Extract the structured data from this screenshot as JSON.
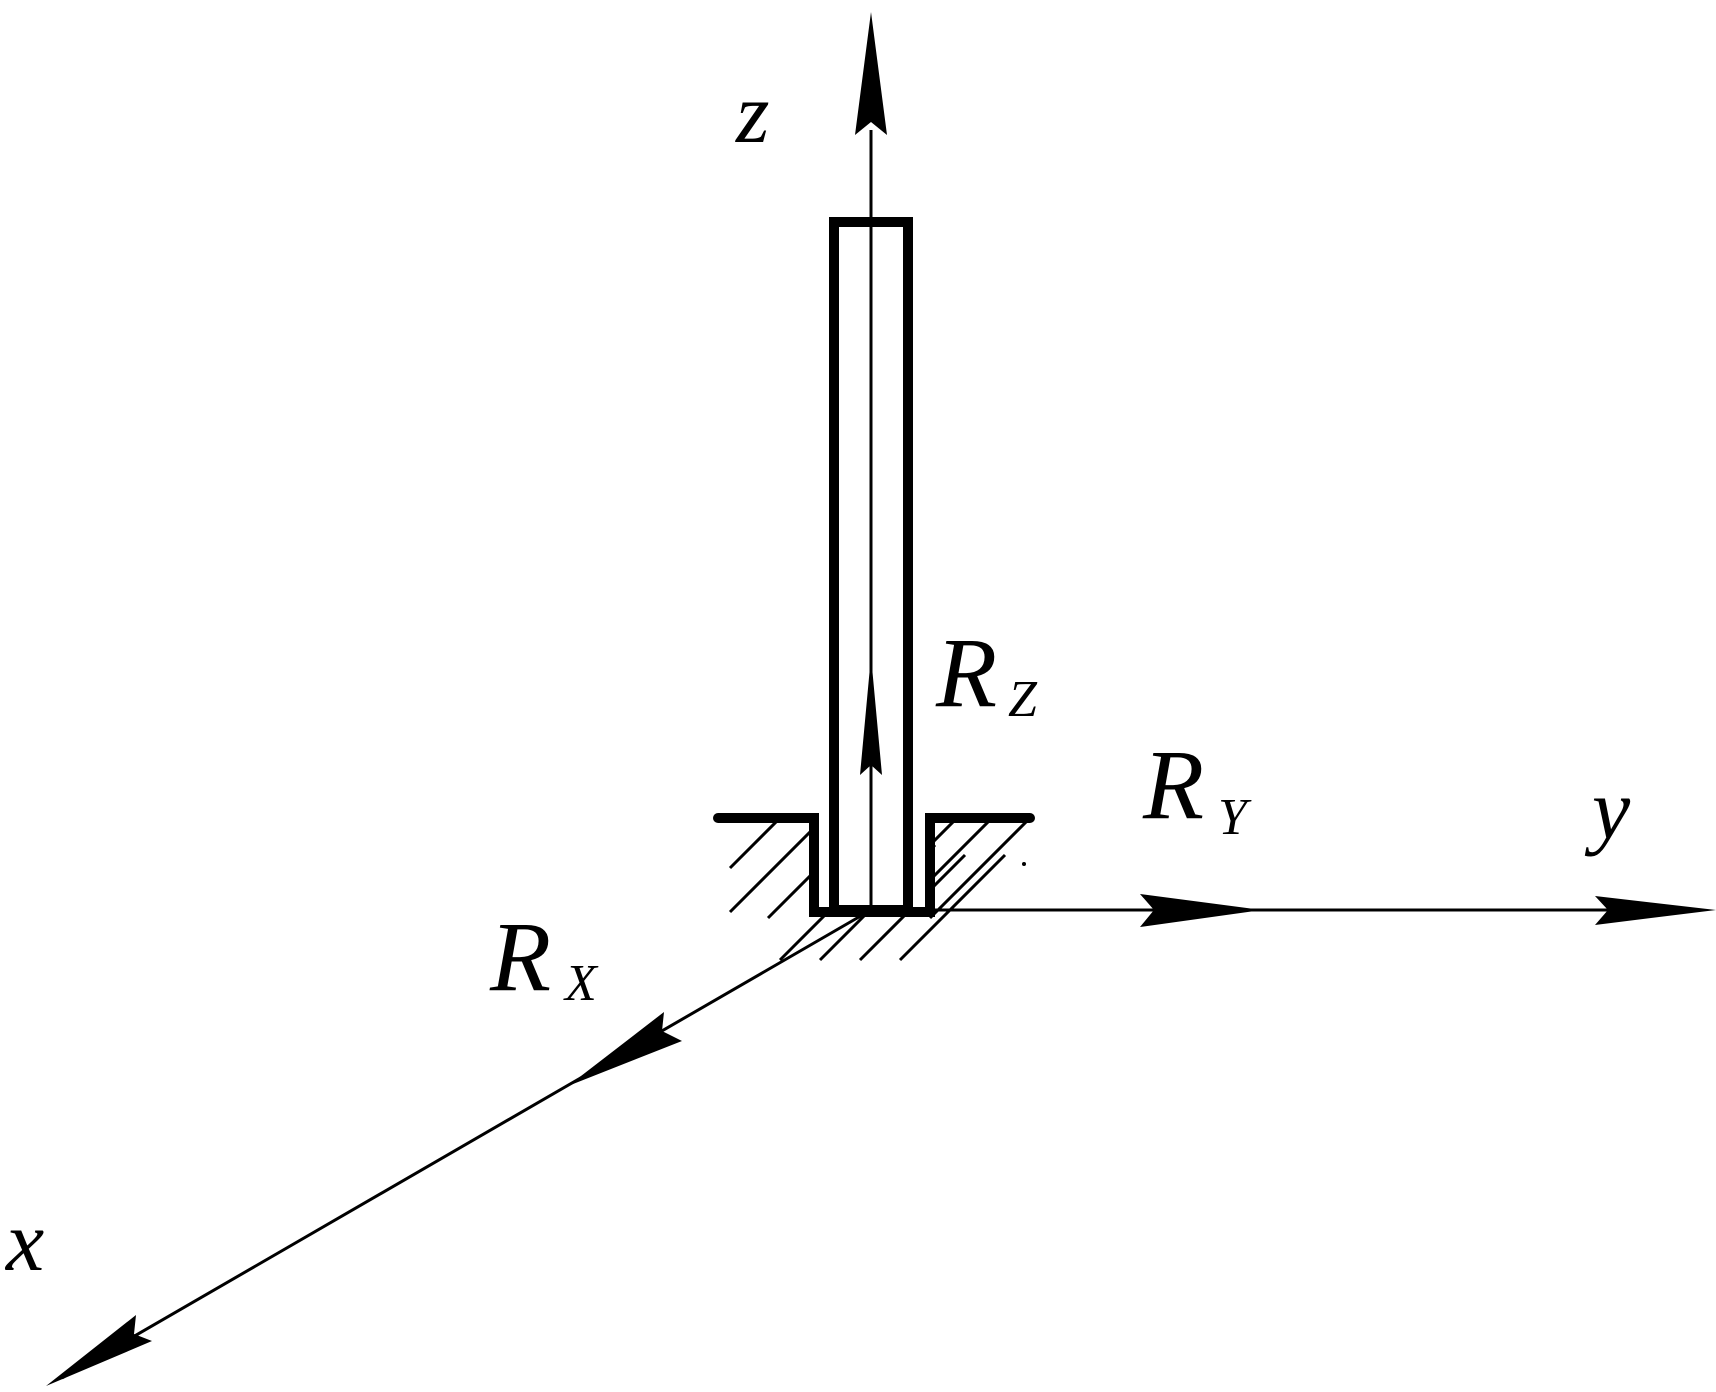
{
  "labels": {
    "z_axis": "z",
    "y_axis": "y",
    "x_axis": "x",
    "force_x": {
      "main": "R",
      "sub": "X"
    },
    "force_y": {
      "main": "R",
      "sub": "Y"
    },
    "force_z": {
      "main": "R",
      "sub": "Z"
    }
  },
  "colors": {
    "ink": "#000000",
    "background": "#ffffff"
  },
  "icons": [
    "fixed-support-hatching",
    "arrowhead"
  ]
}
